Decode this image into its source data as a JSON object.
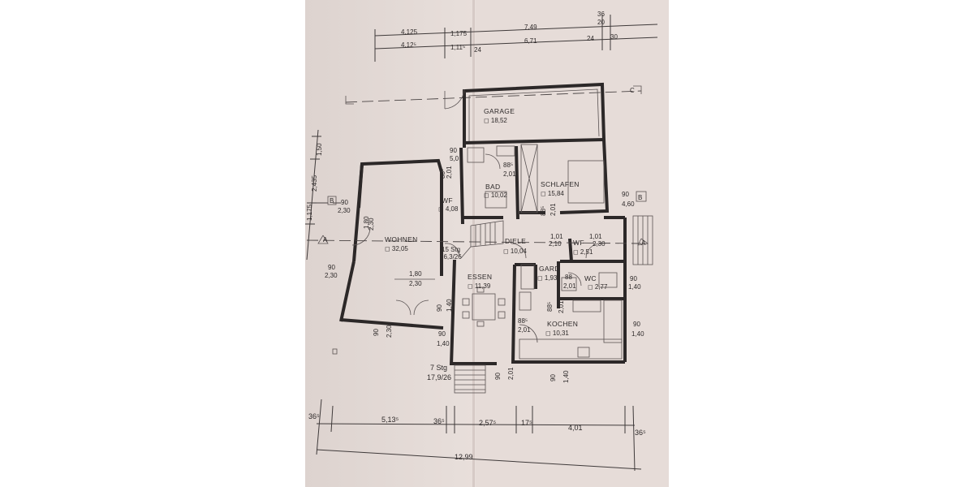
{
  "rooms": {
    "garage": {
      "name": "GARAGE",
      "area": "◻ 18,52"
    },
    "bad": {
      "name": "BAD",
      "area": "◻ 10,02"
    },
    "schlafen": {
      "name": "SCHLAFEN",
      "area": "◻ 15,84"
    },
    "wf1": {
      "name": "WF",
      "area": "◻ 4,08"
    },
    "wohnen": {
      "name": "WOHNEN",
      "area": "◻ 32,05"
    },
    "diele": {
      "name": "DIELE",
      "area": "◻ 10,04"
    },
    "wf2": {
      "name": "WF",
      "area": "◻ 2,51"
    },
    "gard": {
      "name": "GARD",
      "area": "◻ 1,93"
    },
    "wc": {
      "name": "WC",
      "area": "◻ 2,77"
    },
    "essen": {
      "name": "ESSEN",
      "area": "◻ 11,39"
    },
    "kochen": {
      "name": "KOCHEN",
      "area": "◻ 10,31"
    }
  },
  "stairs": {
    "upper": {
      "line1": "15 Stg",
      "line2": "16,3/26"
    },
    "lower": {
      "line1": "7 Stg",
      "line2": "17,9/26"
    }
  },
  "top_dims": {
    "a": "4,125",
    "b": "4,12⁵",
    "c": "1,175",
    "d": "1,11⁵",
    "e": "7,49",
    "f": "6,71",
    "g": "24",
    "h": "24",
    "i": "30",
    "j": "36",
    "k": "20"
  },
  "bottom_dims": {
    "a": "36⁵",
    "b": "5,13⁵",
    "c": "36⁵",
    "d": "2,57⁵",
    "e": "17⁵",
    "f": "4,01",
    "g": "36⁵",
    "total": "12,99"
  },
  "left_dims": {
    "a": "1,50",
    "b": "2,435",
    "c": "1,175"
  },
  "openings": {
    "o1": "90",
    "o1b": "2,30",
    "o2": "1,80",
    "o2b": "2,30",
    "o3": "90",
    "o3b": "2,30",
    "o4": "1,80",
    "o4b": "2,30",
    "o5": "90",
    "o5b": "2,30",
    "o6": "90",
    "o6b": "1,40",
    "o7": "88⁵",
    "o7b": "2,01",
    "o8": "90",
    "o8b": "5,0",
    "o9": "88⁵",
    "o9b": "2,01",
    "o10": "90",
    "o10b": "4,60",
    "o11": "88⁵",
    "o11b": "2,01",
    "o12": "1,01",
    "o12b": "2,10",
    "o13": "1,01",
    "o13b": "2,30",
    "o14": "88",
    "o14b": "2,01",
    "o15": "90",
    "o15b": "1,40",
    "o16": "88⁵",
    "o16b": "2,01",
    "o17": "90",
    "o17b": "1,40",
    "o18": "90",
    "o18b": "2,01",
    "o19": "90",
    "o19b": "1,40",
    "o20": "88⁵",
    "o20b": "2,01",
    "o21": "90",
    "o21b": "1,40"
  },
  "section_marks": {
    "a": "A",
    "b": "B",
    "c": "C"
  }
}
